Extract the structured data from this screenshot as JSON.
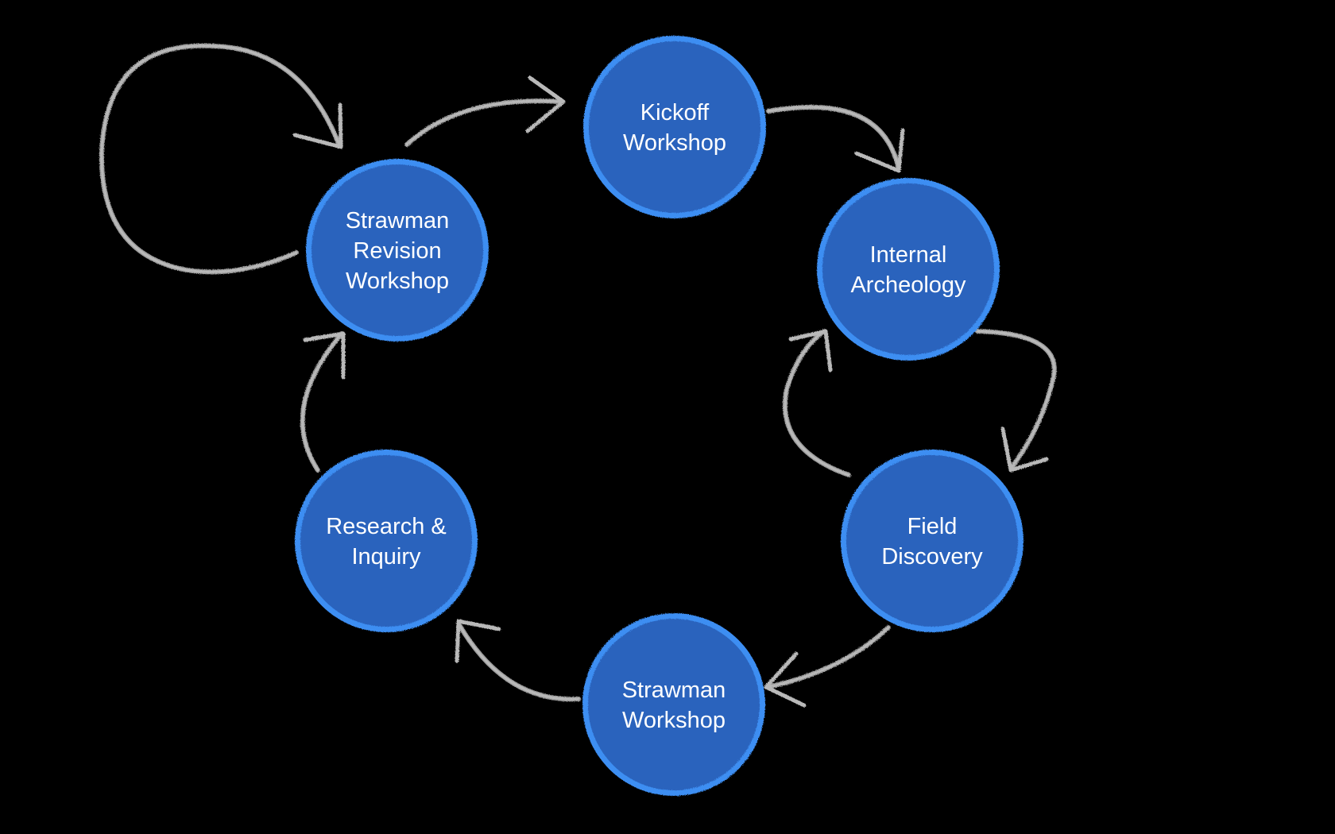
{
  "colors": {
    "background": "#000000",
    "node_fill": "#2b64bd",
    "node_rim": "#3d8ef2",
    "label": "#ffffff",
    "arrow": "#b9b9b9"
  },
  "nodes": [
    {
      "id": "kickoff",
      "lines": [
        "Kickoff",
        "Workshop"
      ]
    },
    {
      "id": "internal",
      "lines": [
        "Internal",
        "Archeology"
      ]
    },
    {
      "id": "field",
      "lines": [
        "Field",
        "Discovery"
      ]
    },
    {
      "id": "strawman",
      "lines": [
        "Strawman",
        "Workshop"
      ]
    },
    {
      "id": "research",
      "lines": [
        "Research &",
        "Inquiry"
      ]
    },
    {
      "id": "revision",
      "lines": [
        "Strawman",
        "Revision",
        "Workshop"
      ]
    }
  ],
  "edges": [
    {
      "from": "revision",
      "to": "kickoff"
    },
    {
      "from": "kickoff",
      "to": "internal"
    },
    {
      "from": "internal",
      "to": "field"
    },
    {
      "from": "field",
      "to": "internal"
    },
    {
      "from": "field",
      "to": "strawman"
    },
    {
      "from": "strawman",
      "to": "research"
    },
    {
      "from": "research",
      "to": "revision"
    },
    {
      "from": "revision",
      "to": "revision"
    }
  ]
}
